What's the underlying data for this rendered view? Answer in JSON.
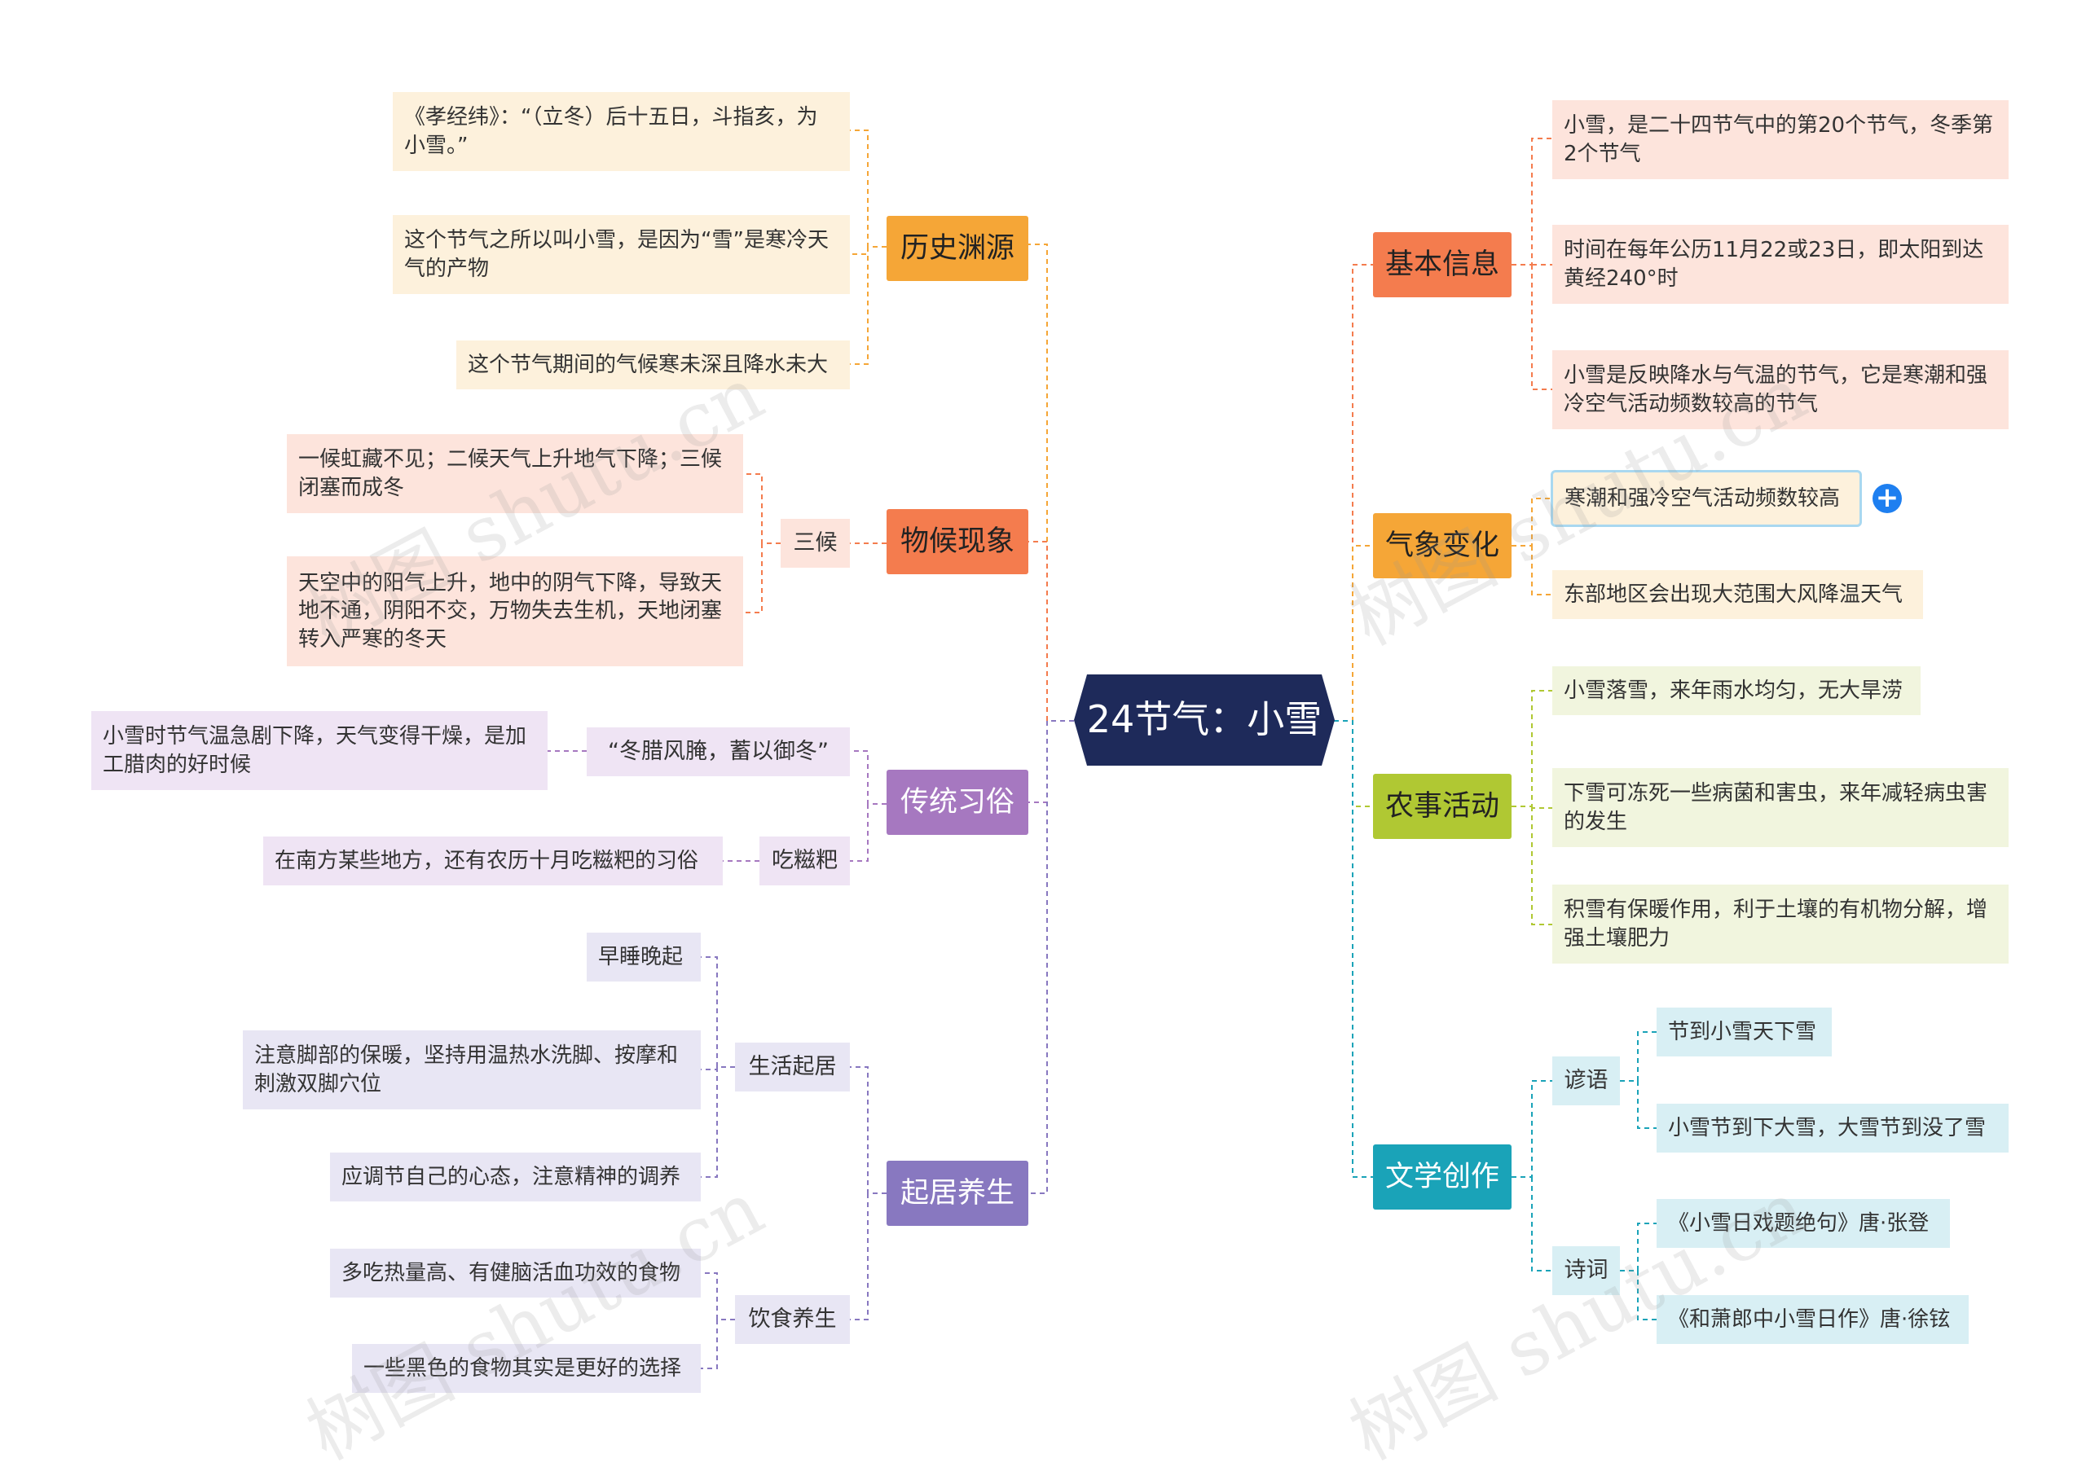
{
  "root": "24节气：小雪",
  "watermark": "树图 shutu.cn",
  "colors": {
    "root": "#1e2a5a",
    "history": "#f5a637",
    "phenology": "#f47c4e",
    "customs": "#a678c0",
    "health": "#8878c0",
    "basic": "#f47c4e",
    "weather": "#f5a637",
    "farming": "#b0c833",
    "literature": "#1aa3b8"
  },
  "left": {
    "history": {
      "label": "历史渊源",
      "leaves": [
        "《孝经纬》：“（立冬）后十五日，斗指亥，为小雪。”",
        "这个节气之所以叫小雪，是因为“雪”是寒冷天气的产物",
        "这个节气期间的气候寒未深且降水未大"
      ]
    },
    "phenology": {
      "label": "物候现象",
      "sub": "三候",
      "leaves": [
        "一候虹藏不见；二候天气上升地气下降；三候闭塞而成冬",
        "天空中的阳气上升，地中的阴气下降，导致天地不通，阴阳不交，万物失去生机，天地闭塞转入严寒的冬天"
      ]
    },
    "customs": {
      "label": "传统习俗",
      "sub1": "“冬腊风腌，蓄以御冬”",
      "sub1_leaf": "小雪时节气温急剧下降，天气变得干燥，是加工腊肉的好时候",
      "sub2": "吃糍粑",
      "sub2_leaf": "在南方某些地方，还有农历十月吃糍粑的习俗"
    },
    "health": {
      "label": "起居养生",
      "sub1": "生活起居",
      "sub1_leaves": [
        "早睡晚起",
        "注意脚部的保暖，坚持用温热水洗脚、按摩和刺激双脚穴位",
        "应调节自己的心态，注意精神的调养"
      ],
      "sub2": "饮食养生",
      "sub2_leaves": [
        "多吃热量高、有健脑活血功效的食物",
        "一些黑色的食物其实是更好的选择"
      ]
    }
  },
  "right": {
    "basic": {
      "label": "基本信息",
      "leaves": [
        "小雪，是二十四节气中的第20个节气，冬季第2个节气",
        "时间在每年公历11月22或23日，即太阳到达黄经240°时",
        "小雪是反映降水与气温的节气，它是寒潮和强冷空气活动频数较高的节气"
      ]
    },
    "weather": {
      "label": "气象变化",
      "leaves": [
        "寒潮和强冷空气活动频数较高",
        "东部地区会出现大范围大风降温天气"
      ],
      "expand": "+"
    },
    "farming": {
      "label": "农事活动",
      "leaves": [
        "小雪落雪，来年雨水均匀，无大旱涝",
        "下雪可冻死一些病菌和害虫，来年减轻病虫害的发生",
        "积雪有保暖作用，利于土壤的有机物分解，增强土壤肥力"
      ]
    },
    "literature": {
      "label": "文学创作",
      "sub1": "谚语",
      "sub1_leaves": [
        "节到小雪天下雪",
        "小雪节到下大雪，大雪节到没了雪"
      ],
      "sub2": "诗词",
      "sub2_leaves": [
        "《小雪日戏题绝句》唐·张登",
        "《和萧郎中小雪日作》唐·徐铉"
      ]
    }
  }
}
